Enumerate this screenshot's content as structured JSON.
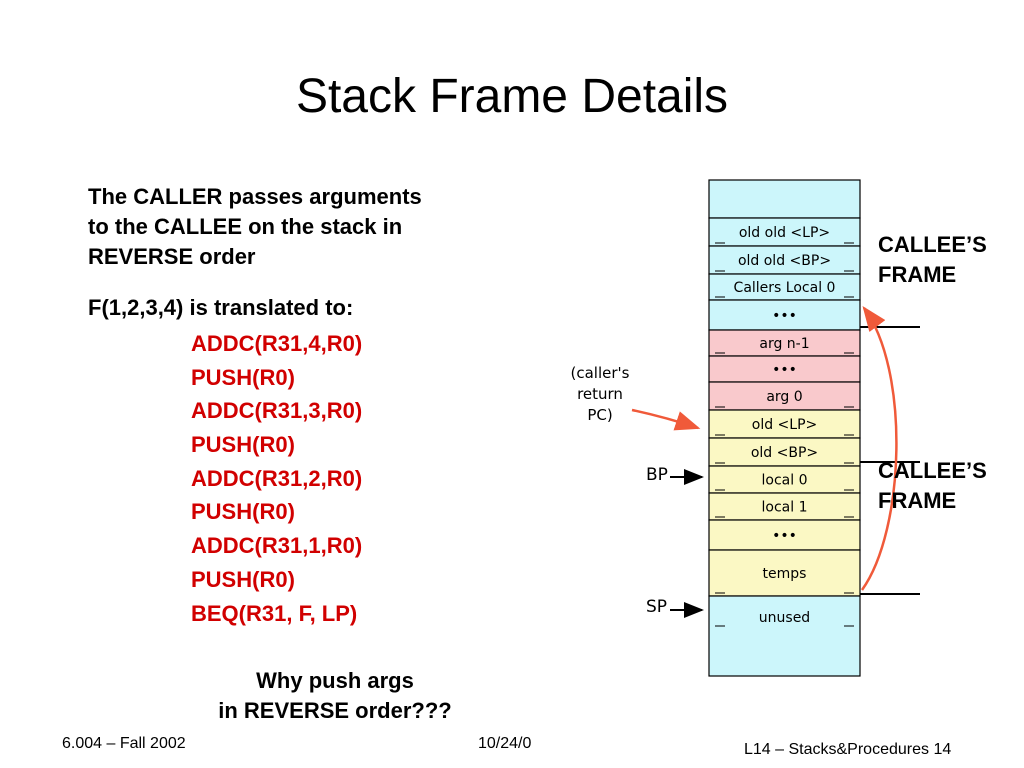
{
  "slide": {
    "title": "Stack Frame Details",
    "intro": "The CALLER passes arguments\nto the CALLEE on the stack in\nREVERSE order",
    "translated_label": "F(1,2,3,4) is translated to:",
    "code": [
      "ADDC(R31,4,R0)",
      "PUSH(R0)",
      "ADDC(R31,3,R0)",
      "PUSH(R0)",
      "ADDC(R31,2,R0)",
      "PUSH(R0)",
      "ADDC(R31,1,R0)",
      "PUSH(R0)",
      "BEQ(R31, F, LP)"
    ],
    "question_line1": "Why push args",
    "question_line2": "in REVERSE order???"
  },
  "stack": {
    "slots": [
      {
        "label": "",
        "region": "callers"
      },
      {
        "label": "old old <LP>",
        "region": "callers"
      },
      {
        "label": "old old <BP>",
        "region": "callers"
      },
      {
        "label": "Callers Local 0",
        "region": "callers"
      },
      {
        "label": "•••",
        "region": "callers"
      },
      {
        "label": "arg n-1",
        "region": "args"
      },
      {
        "label": "•••",
        "region": "args"
      },
      {
        "label": "arg 0",
        "region": "args"
      },
      {
        "label": "old <LP>",
        "region": "callee"
      },
      {
        "label": "old <BP>",
        "region": "callee"
      },
      {
        "label": "local 0",
        "region": "callee"
      },
      {
        "label": "local 1",
        "region": "callee"
      },
      {
        "label": "•••",
        "region": "callee"
      },
      {
        "label": "temps",
        "region": "callee"
      },
      {
        "label": "unused",
        "region": "unused"
      }
    ],
    "colors": {
      "callers": "#ccf6fb",
      "args": "#f9c9cc",
      "callee": "#fbf8c4",
      "unused": "#ccf6fb",
      "arrow": "#f05a3a"
    },
    "caller_return_label": [
      "(caller's",
      "return",
      "PC)"
    ],
    "bp_label": "BP",
    "sp_label": "SP",
    "frame_label_top": "CALLEE’S\nFRAME",
    "frame_label_bottom": "CALLEE’S\nFRAME"
  },
  "footer": {
    "left": "6.004 – Fall 2002",
    "middle": "10/24/0",
    "right": "L14 – Stacks&Procedures 14"
  }
}
